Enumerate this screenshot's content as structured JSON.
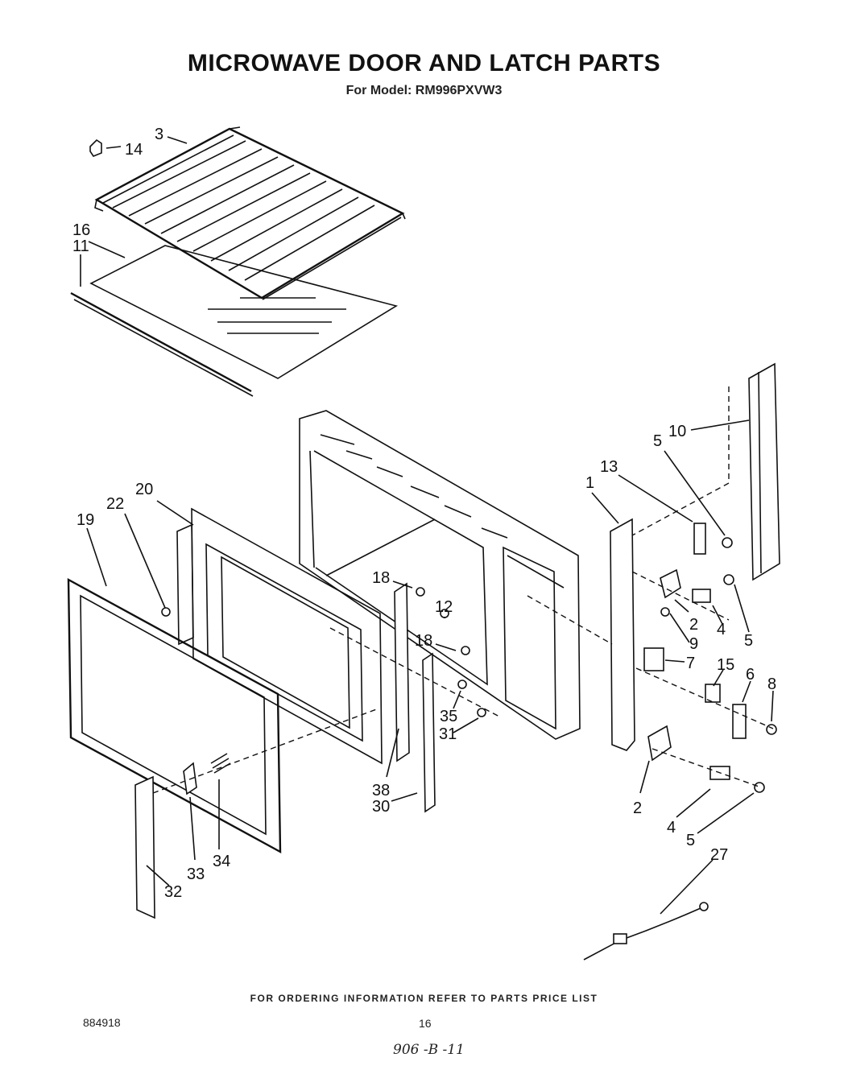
{
  "header": {
    "title": "MICROWAVE DOOR AND LATCH PARTS",
    "subtitle": "For Model: RM996PXVW3"
  },
  "callouts": {
    "c3": "3",
    "c14": "14",
    "c16": "16",
    "c11": "11",
    "c10": "10",
    "c5a": "5",
    "c13": "13",
    "c1": "1",
    "c20": "20",
    "c22": "22",
    "c19": "19",
    "c18a": "18",
    "c12": "12",
    "c18b": "18",
    "c2a": "2",
    "c4a": "4",
    "c5b": "5",
    "c9": "9",
    "c7": "7",
    "c15": "15",
    "c6": "6",
    "c8": "8",
    "c35": "35",
    "c31": "31",
    "c38": "38",
    "c30": "30",
    "c2b": "2",
    "c4b": "4",
    "c5c": "5",
    "c27": "27",
    "c33": "33",
    "c34": "34",
    "c32": "32"
  },
  "footer": {
    "ordering_note": "FOR ORDERING INFORMATION REFER TO PARTS PRICE LIST",
    "doc_number": "884918",
    "page_number": "16",
    "handwritten": "906 -B -11"
  }
}
